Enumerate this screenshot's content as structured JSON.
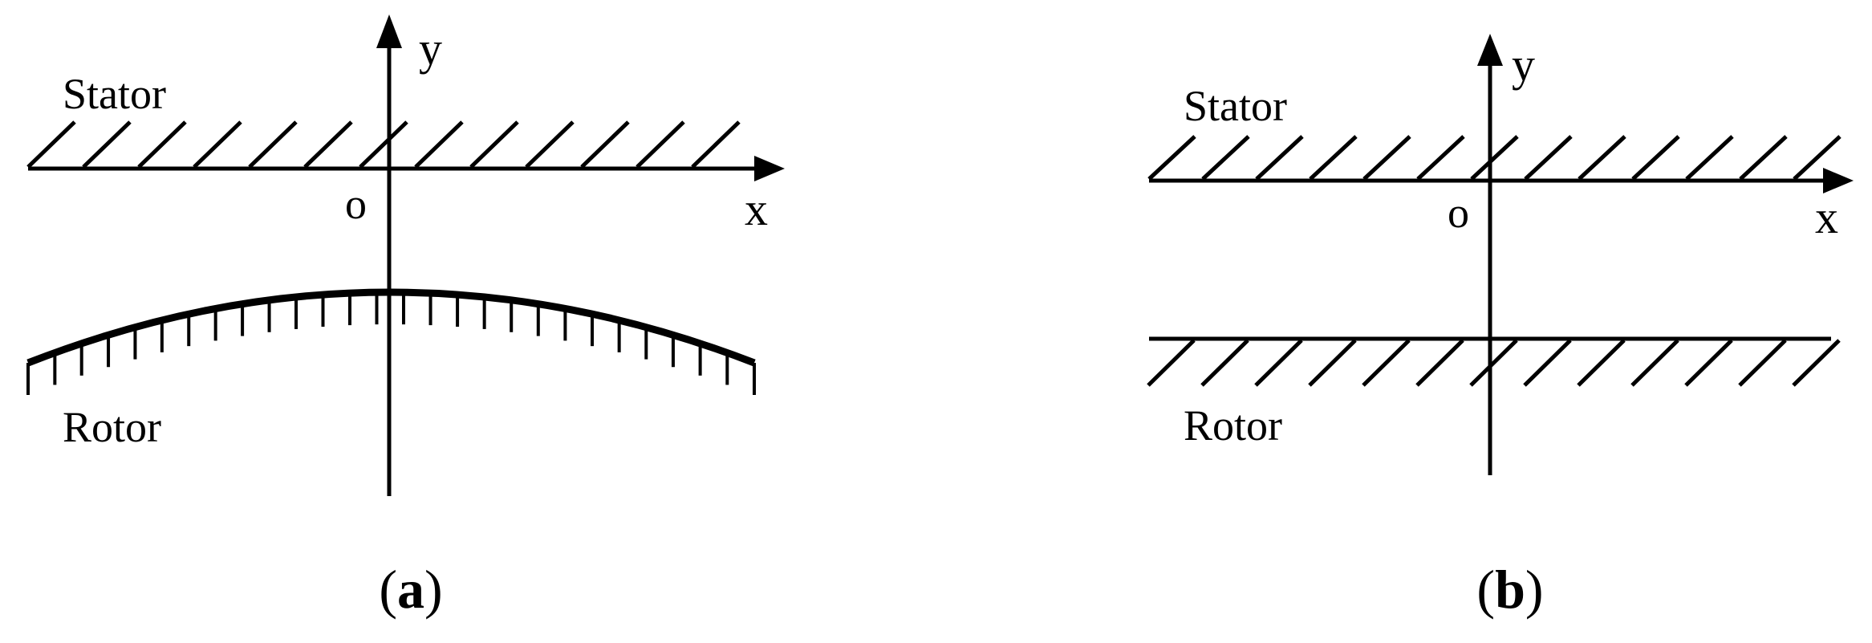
{
  "panel_a": {
    "stator_label": "Stator",
    "rotor_label": "Rotor",
    "origin_label": "o",
    "x_axis_label": "x",
    "y_axis_label": "y",
    "caption_open": "(",
    "caption_letter": "a",
    "caption_close": ")"
  },
  "panel_b": {
    "stator_label": "Stator",
    "rotor_label": "Rotor",
    "origin_label": "o",
    "x_axis_label": "x",
    "y_axis_label": "y",
    "caption_open": "(",
    "caption_letter": "b",
    "caption_close": ")"
  },
  "colors": {
    "ink": "#000000",
    "background": "#ffffff"
  }
}
